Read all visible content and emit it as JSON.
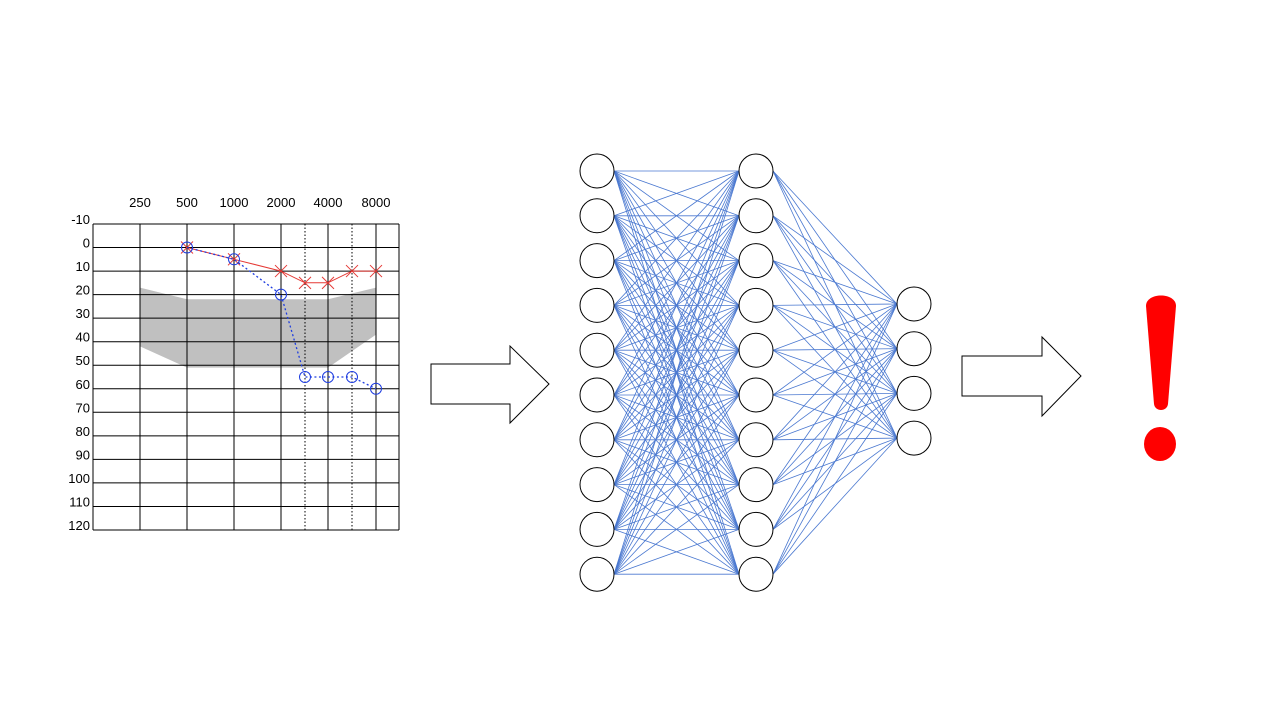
{
  "audiogram": {
    "frequency_labels": [
      "250",
      "500",
      "1000",
      "2000",
      "4000",
      "8000"
    ],
    "level_labels": [
      "-10",
      "0",
      "10",
      "20",
      "30",
      "40",
      "50",
      "60",
      "70",
      "80",
      "90",
      "100",
      "110",
      "120"
    ],
    "frequency_columns": [
      250,
      500,
      1000,
      2000,
      3000,
      4000,
      6000,
      8000
    ],
    "shaded_region": {
      "color": "#c0c0c0",
      "points": [
        [
          250,
          17
        ],
        [
          500,
          22
        ],
        [
          4000,
          22
        ],
        [
          8000,
          17
        ],
        [
          8000,
          37
        ],
        [
          4000,
          51
        ],
        [
          500,
          51
        ],
        [
          250,
          42
        ]
      ]
    },
    "right_ear": {
      "color": "#e53935",
      "marker": "cross",
      "line": "solid",
      "points": [
        [
          500,
          0
        ],
        [
          1000,
          5
        ],
        [
          2000,
          10
        ],
        [
          3000,
          15
        ],
        [
          4000,
          15
        ],
        [
          6000,
          10
        ],
        [
          8000,
          10
        ]
      ]
    },
    "left_ear": {
      "color": "#1e3de0",
      "marker": "circle",
      "line": "dotted",
      "points": [
        [
          500,
          0
        ],
        [
          1000,
          5
        ],
        [
          2000,
          20
        ],
        [
          3000,
          55
        ],
        [
          4000,
          55
        ],
        [
          6000,
          55
        ],
        [
          8000,
          60
        ]
      ]
    }
  },
  "network": {
    "layers": [
      10,
      10,
      4
    ],
    "edge_color": "#4a78d0",
    "node_fill": "#ffffff",
    "node_stroke": "#000000"
  },
  "alert": {
    "symbol": "exclamation-mark-icon",
    "color": "#ff0000"
  }
}
